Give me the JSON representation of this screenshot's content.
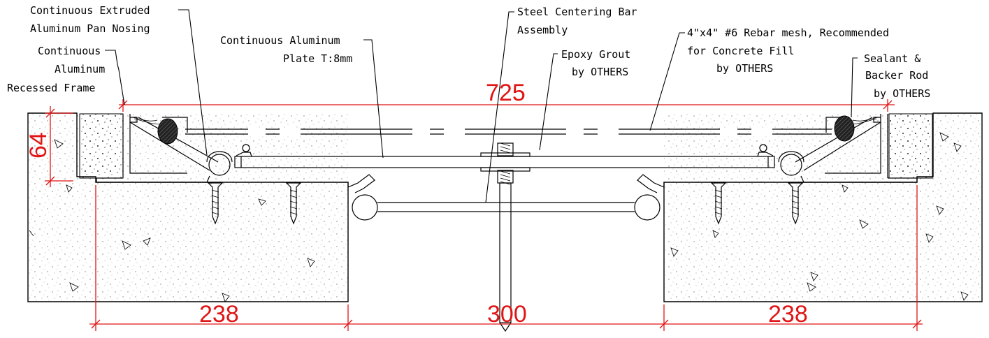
{
  "labels": {
    "pan_nosing_1": "Continuous Extruded",
    "pan_nosing_2": "Aluminum Pan Nosing",
    "frame_1": "Continuous",
    "frame_2": "Aluminum",
    "frame_3": "Recessed Frame",
    "plate_1": "Continuous Aluminum",
    "plate_2": "Plate T:8mm",
    "centering_1": "Steel Centering Bar",
    "centering_2": "Assembly",
    "grout_1": "Epoxy Grout",
    "grout_2": "by OTHERS",
    "rebar_1": "4\"x4\" #6 Rebar mesh, Recommended",
    "rebar_2": "for Concrete Fill",
    "rebar_3": "by OTHERS",
    "sealant_1": "Sealant &",
    "sealant_2": "Backer Rod",
    "sealant_3": "by OTHERS"
  },
  "dimensions": {
    "overall_width": "725",
    "depth": "64",
    "left_slab": "238",
    "gap": "300",
    "right_slab": "238"
  },
  "colors": {
    "dimension": "#e01515",
    "linework": "#000000"
  }
}
